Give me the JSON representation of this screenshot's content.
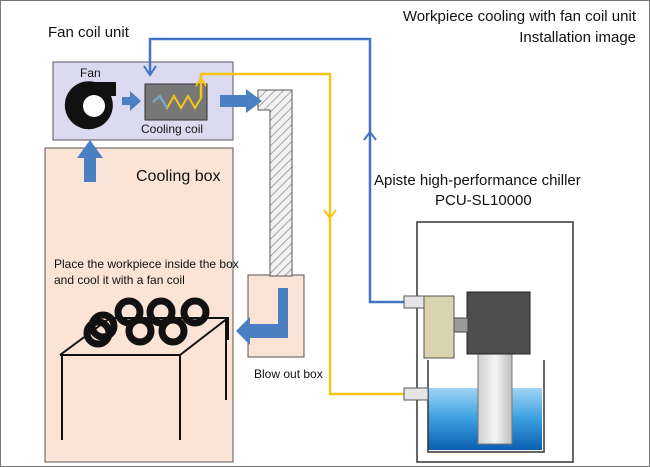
{
  "title": {
    "line1": "Workpiece cooling with fan coil unit",
    "line2": "Installation image"
  },
  "labels": {
    "fan_coil_unit": "Fan coil unit",
    "fan": "Fan",
    "cooling_coil": "Cooling coil",
    "cooling_box": "Cooling box",
    "chiller_line1": "Apiste high-performance chiller",
    "chiller_line2": "PCU-SL10000",
    "workpiece_line1": "Place the workpiece inside the box",
    "workpiece_line2": "and cool it with a fan coil",
    "blow_out_box": "Blow out box"
  },
  "colors": {
    "fcu_fill": "#dcdaf0",
    "box_fill": "#fbe4d5",
    "return_pipe": "#4472c4",
    "supply_pipe": "#f5c518",
    "air_arrow": "#4a7fc1",
    "pump": "#d9d3b0",
    "motor": "#4d4d4d",
    "water": "#1c7fd0"
  }
}
